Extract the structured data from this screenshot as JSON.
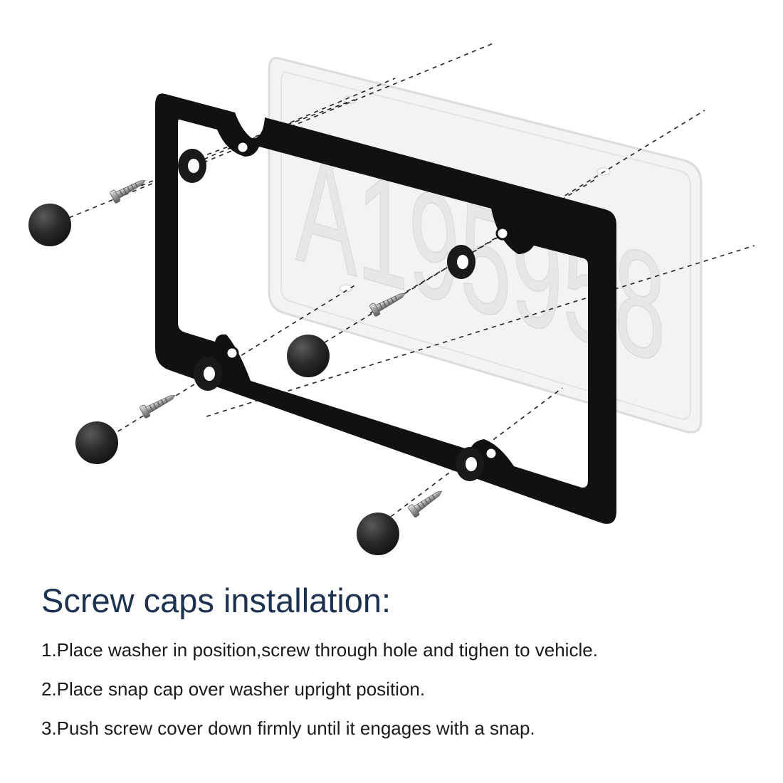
{
  "plate": {
    "text": "A195958"
  },
  "instructions": {
    "title": "Screw caps installation:",
    "steps": [
      "1.Place washer in position,screw through hole and tighen to vehicle.",
      "2.Place snap cap over washer upright position.",
      "3.Push screw cover down firmly until it engages with a snap."
    ]
  },
  "colors": {
    "frame": "#111111",
    "heading": "#1c3250",
    "plate": "#f2f2f2",
    "cap": "#2b2b2b"
  }
}
